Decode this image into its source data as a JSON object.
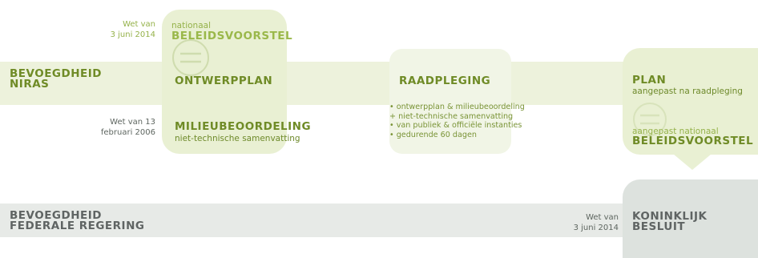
{
  "labels": {
    "niras": [
      "BEVOEGDHEID",
      "NIRAS"
    ],
    "federal": [
      "BEVOEGDHEID",
      "FEDERALE REGERING"
    ]
  },
  "law_notes": {
    "top": [
      "Wet van",
      "3 juni 2014"
    ],
    "middle": [
      "Wet van 13",
      "februari 2006"
    ],
    "bottom": [
      "Wet van",
      "3 juni 2014"
    ]
  },
  "box1": {
    "beleid_small": "nationaal",
    "beleid_title": "BELEIDSVOORSTEL",
    "ontwerp_title": "ONTWERPPLAN",
    "milieu_title": "MILIEUBEOORDELING",
    "milieu_sub": "niet-technische samenvatting"
  },
  "box2": {
    "title": "RAADPLEGING",
    "bullets": [
      "• ontwerpplan & milieubeoordeling",
      "  + niet-technische samenvatting",
      "• van publiek & officiële instanties",
      "• gedurende 60 dagen"
    ]
  },
  "box3": {
    "plan_title": "PLAN",
    "plan_sub": "aangepast na raadpleging",
    "beleid_small": "aangepast nationaal",
    "beleid_title": "BELEIDSVOORSTEL"
  },
  "box4": {
    "title": [
      "KONINKLIJK",
      "BESLUIT"
    ]
  }
}
